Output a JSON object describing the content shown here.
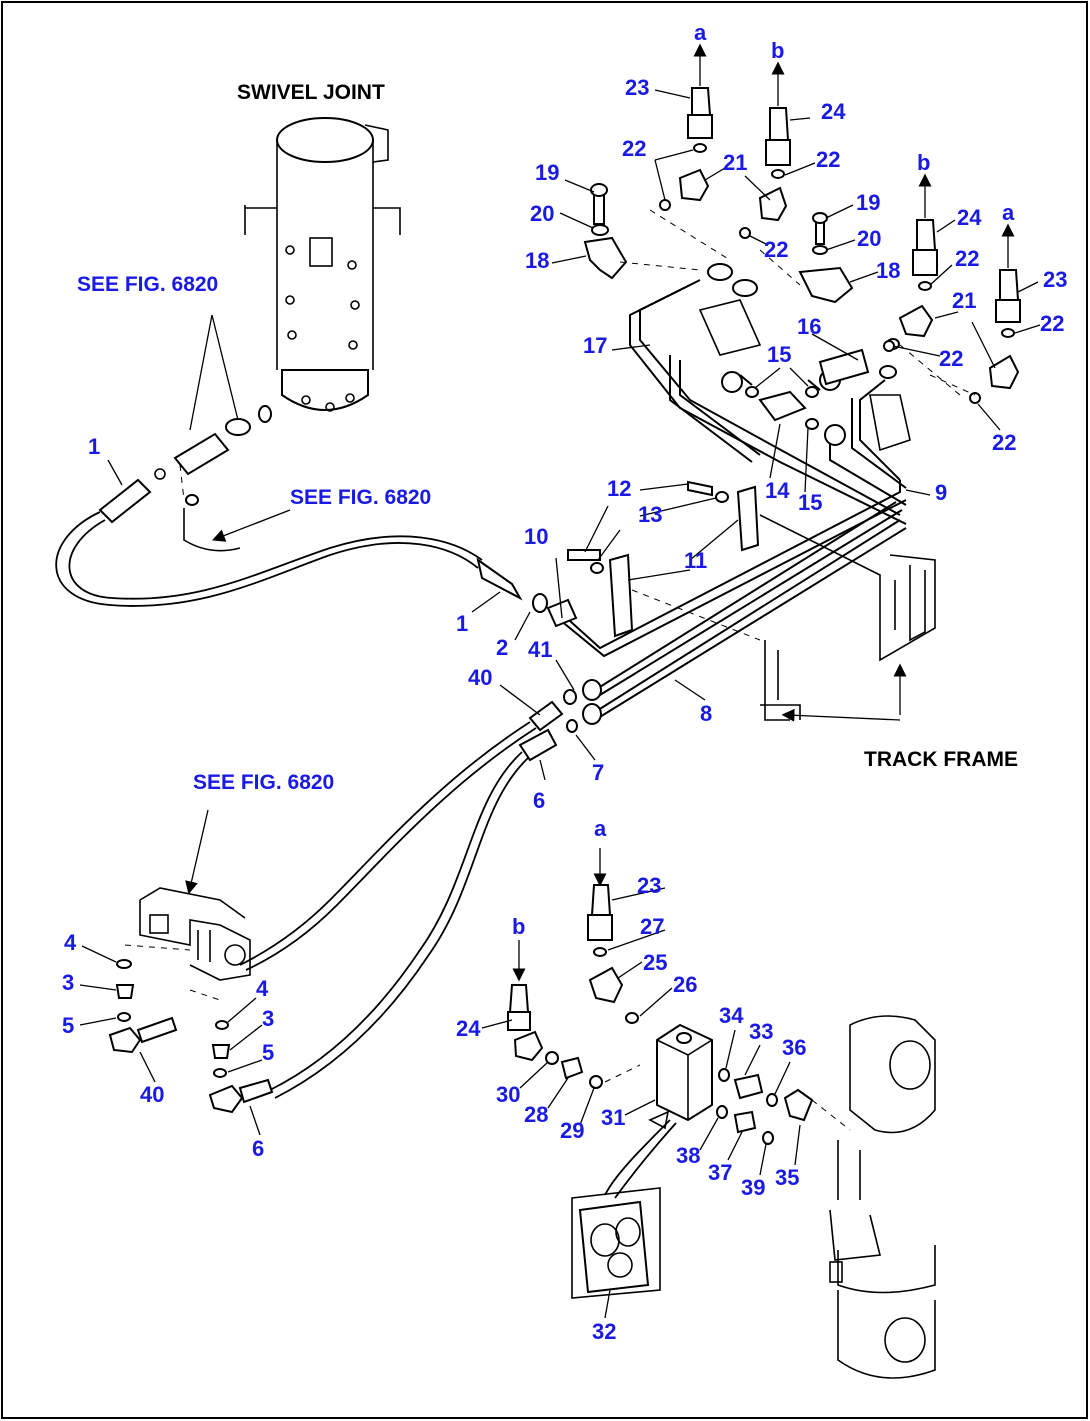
{
  "captions": {
    "swivel_joint": "SWIVEL JOINT",
    "track_frame": "TRACK FRAME"
  },
  "references": {
    "see_fig_1": "SEE FIG. 6820",
    "see_fig_2": "SEE FIG. 6820",
    "see_fig_3": "SEE FIG. 6820"
  },
  "arrows": {
    "a1": "a",
    "b1": "b",
    "b2": "b",
    "a2": "a",
    "a3": "a",
    "b3": "b"
  },
  "parts": {
    "p1a": "1",
    "p1b": "1",
    "p2": "2",
    "p3a": "3",
    "p3b": "3",
    "p4a": "4",
    "p4b": "4",
    "p5a": "5",
    "p5b": "5",
    "p6a": "6",
    "p6b": "6",
    "p7": "7",
    "p8": "8",
    "p9": "9",
    "p10": "10",
    "p11": "11",
    "p12": "12",
    "p13": "13",
    "p14": "14",
    "p15a": "15",
    "p15b": "15",
    "p16": "16",
    "p17": "17",
    "p18a": "18",
    "p18b": "18",
    "p19a": "19",
    "p19b": "19",
    "p20a": "20",
    "p20b": "20",
    "p21a": "21",
    "p21b": "21",
    "p22a": "22",
    "p22b": "22",
    "p22c": "22",
    "p22d": "22",
    "p22e": "22",
    "p22f": "22",
    "p22g": "22",
    "p23a": "23",
    "p23b": "23",
    "p23c": "23",
    "p24a": "24",
    "p24b": "24",
    "p24c": "24",
    "p25": "25",
    "p26": "26",
    "p27": "27",
    "p28": "28",
    "p29": "29",
    "p30": "30",
    "p31": "31",
    "p32": "32",
    "p33": "33",
    "p34": "34",
    "p35": "35",
    "p36": "36",
    "p37": "37",
    "p38": "38",
    "p39": "39",
    "p40a": "40",
    "p40b": "40",
    "p41": "41"
  }
}
